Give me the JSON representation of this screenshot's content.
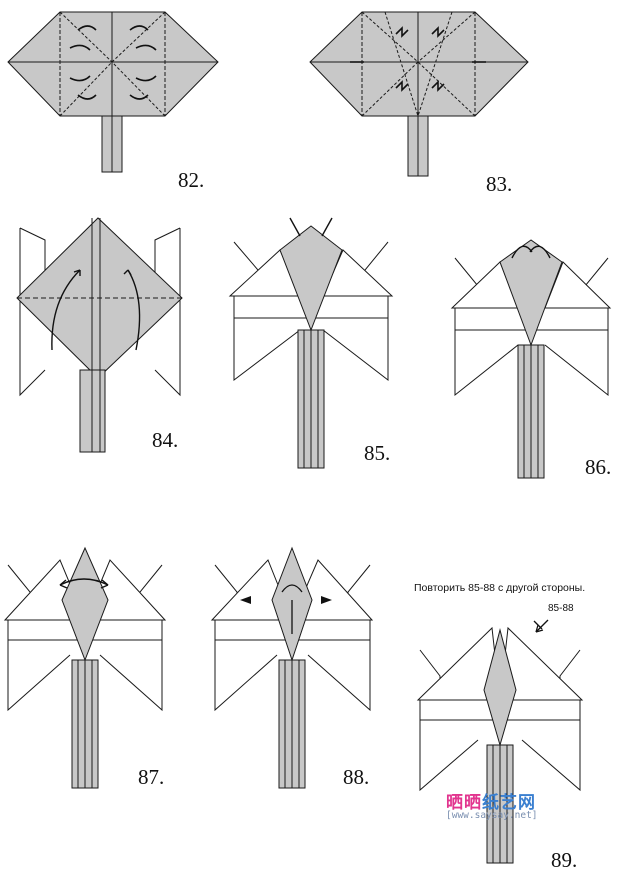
{
  "steps": [
    {
      "label": "82."
    },
    {
      "label": "83."
    },
    {
      "label": "84."
    },
    {
      "label": "85."
    },
    {
      "label": "86."
    },
    {
      "label": "87."
    },
    {
      "label": "88."
    },
    {
      "label": "89."
    }
  ],
  "instruction": "Повторить 85-88 с другой стороны.",
  "reference": "85-88",
  "watermark": {
    "brand_a": "晒晒",
    "brand_b": "纸艺网",
    "url": "[www.saysay.net]"
  },
  "colors": {
    "paper": "#c8c8c8",
    "line": "#1a1a1a",
    "white": "#ffffff"
  }
}
